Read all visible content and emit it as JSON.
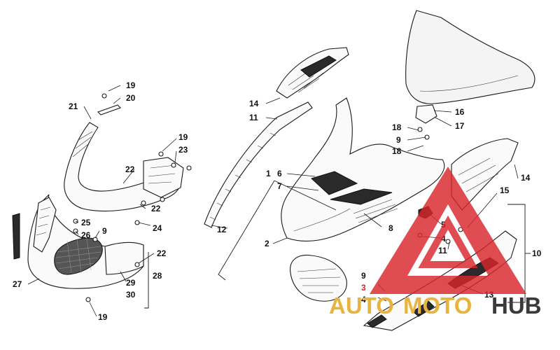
{
  "diagram": {
    "labels_left": {
      "l19a": "19",
      "l20": "20",
      "l21": "21",
      "l19b": "19",
      "l23": "23",
      "l22a": "22",
      "l22b": "22",
      "l24": "24",
      "l25": "25",
      "l26": "26",
      "l9a": "9",
      "l22c": "22",
      "l28": "28",
      "l29": "29",
      "l30": "30",
      "l27": "27",
      "l19c": "19"
    },
    "labels_right": {
      "l14a": "14",
      "l11a": "11",
      "l16": "16",
      "l17": "17",
      "l18a": "18",
      "l9b": "9",
      "l18b": "18",
      "l6": "6",
      "l7": "7",
      "l1": "1",
      "l14b": "14",
      "l15": "15",
      "l5": "5",
      "l4a": "4",
      "l11b": "11",
      "l10": "10",
      "l8": "8",
      "l12": "12",
      "l2": "2",
      "l9c": "9",
      "l3": "3",
      "l4b": "4",
      "l13": "13"
    },
    "watermark": {
      "part1": "AUTO",
      "part2": "MOTO",
      "part3": "HUB",
      "color_red": "#d9262b",
      "color_gold": "#e8b440",
      "color_dark": "#3a3a3a"
    }
  }
}
